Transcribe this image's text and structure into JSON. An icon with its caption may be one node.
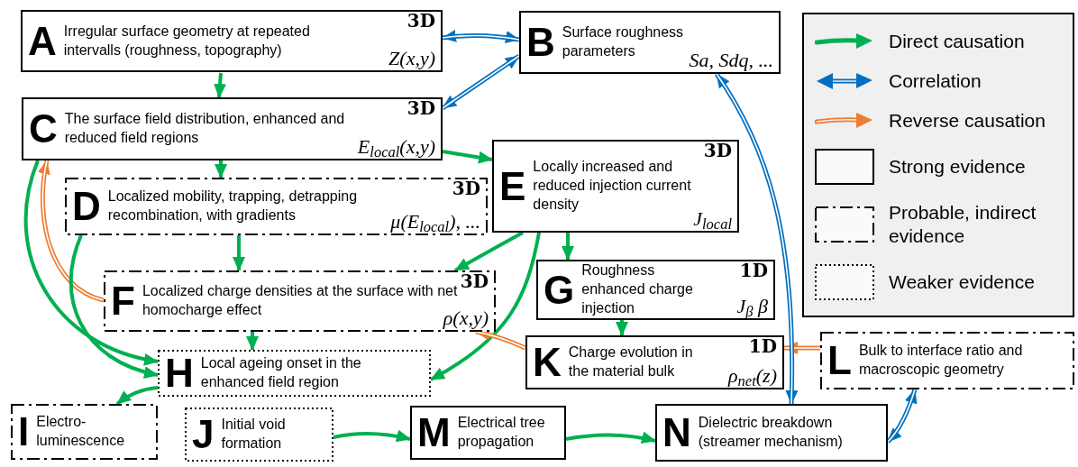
{
  "diagram": {
    "nodes": [
      {
        "text": [
          "A",
          "Irregular surface geometry at repeated intervalls (roughness, topography)",
          "3D",
          "Z(x,y)"
        ]
      },
      {
        "text": [
          "B",
          "Surface roughness parameters",
          "Sa, Sdq, ..."
        ]
      },
      {
        "text": [
          "C",
          "The surface field distribution, enhanced and reduced field regions",
          "3D",
          "E$_{local}$(x,y)"
        ]
      },
      {
        "text": [
          "D",
          "Localized mobility, trapping, detrapping recombination, with gradients",
          "3D",
          "μ(E$_{local}$), ..."
        ]
      },
      {
        "text": [
          "E",
          "Locally increased and reduced injection current density",
          "3D",
          "J$_{local}$"
        ]
      },
      {
        "text": [
          "F",
          "Localized charge densities at the surface with net homocharge effect",
          "3D",
          "ρ(x,y)"
        ]
      },
      {
        "text": [
          "G",
          "Roughness enhanced charge injection",
          "1D",
          "J$_{β}$ β"
        ]
      },
      {
        "text": [
          "H",
          "Local ageing onset in the enhanced field region"
        ]
      },
      {
        "text": [
          "K",
          "Charge evolution in the material bulk",
          "1D",
          "ρ$_{net}$(z)"
        ]
      },
      {
        "text": [
          "L",
          "Bulk to interface ratio and macroscopic geometry"
        ]
      },
      {
        "text": [
          "I",
          "Electro-luminescence"
        ]
      },
      {
        "text": [
          "J",
          "Initial void formation"
        ]
      },
      {
        "text": [
          "M",
          "Electrical tree propagation"
        ]
      },
      {
        "text": [
          "N",
          "Dielectric breakdown (streamer mechanism)"
        ]
      }
    ],
    "edges": [
      {
        "from": 0,
        "to": 2,
        "arrow": "to"
      },
      {
        "from": 0,
        "to": 1,
        "arrow": "both",
        "color": "#0070c0"
      },
      {
        "from": 2,
        "to": 1,
        "arrow": "both",
        "color": "#0070c0"
      },
      {
        "from": 2,
        "to": 4,
        "arrow": "to"
      },
      {
        "from": 2,
        "to": 3,
        "arrow": "to"
      },
      {
        "from": 2,
        "to": 7,
        "arrow": "to"
      },
      {
        "from": 5,
        "to": 2,
        "arrow": "to",
        "color": "#ed7d31"
      },
      {
        "from": 3,
        "to": 5,
        "arrow": "to"
      },
      {
        "from": 3,
        "to": 7,
        "arrow": "to"
      },
      {
        "from": 4,
        "to": 5,
        "arrow": "to"
      },
      {
        "from": 4,
        "to": 6,
        "arrow": "to"
      },
      {
        "from": 4,
        "to": 7,
        "arrow": "to"
      },
      {
        "from": 5,
        "to": 7,
        "arrow": "to"
      },
      {
        "from": 6,
        "to": 8,
        "arrow": "to"
      },
      {
        "from": 8,
        "to": 5,
        "arrow": "to",
        "color": "#ed7d31"
      },
      {
        "from": 9,
        "to": 8,
        "arrow": "to",
        "color": "#ed7d31"
      },
      {
        "from": 1,
        "to": 13,
        "arrow": "both",
        "color": "#0070c0"
      },
      {
        "from": 9,
        "to": 13,
        "arrow": "both",
        "color": "#0070c0"
      },
      {
        "from": 7,
        "to": 10,
        "arrow": "to"
      },
      {
        "from": 11,
        "to": 12,
        "arrow": "to"
      },
      {
        "from": 12,
        "to": 13,
        "arrow": "to"
      }
    ],
    "legend": [
      {
        "text": "Direct causation"
      },
      {
        "text": "Correlation"
      },
      {
        "text": "Reverse causation"
      },
      {
        "text": "Strong evidence"
      },
      {
        "text": "Probable, indirect evidence"
      },
      {
        "text": "Weaker evidence"
      }
    ]
  }
}
